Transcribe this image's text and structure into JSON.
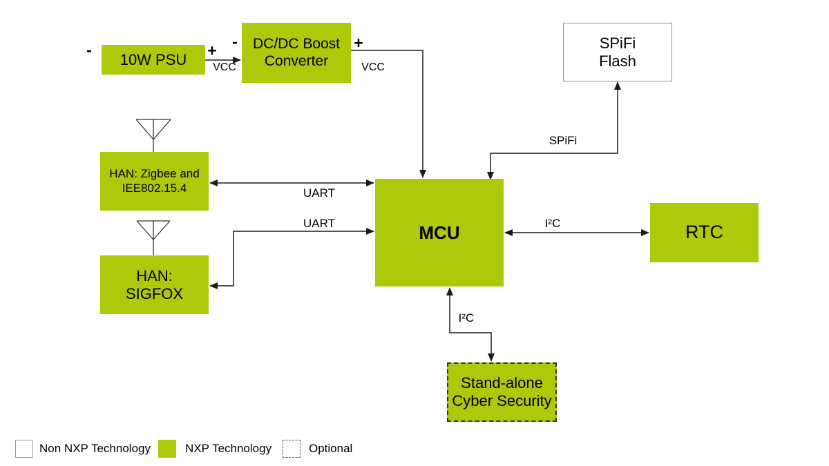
{
  "colors": {
    "nxp_green": "#AEC90A",
    "line": "#1a1a1a",
    "non_nxp_border": "#8c8c8c"
  },
  "blocks": {
    "psu": {
      "label": "10W PSU"
    },
    "dcdc": {
      "label": "DC/DC Boost\nConverter"
    },
    "spifi_flash": {
      "label": "SPiFi\nFlash"
    },
    "han_zigbee": {
      "label": "HAN: Zigbee and\nIEE802.15.4"
    },
    "han_sigfox": {
      "label": "HAN:\nSIGFOX"
    },
    "mcu": {
      "label": "MCU"
    },
    "rtc": {
      "label": "RTC"
    },
    "cyber": {
      "label": "Stand-alone\nCyber Security"
    }
  },
  "wire_labels": {
    "psu_minus": "-",
    "psu_plus": "+",
    "psu_vcc": "VCC",
    "dcdc_minus": "-",
    "dcdc_plus": "+",
    "dcdc_vcc": "VCC",
    "uart_zigbee": "UART",
    "uart_sigfox": "UART",
    "spifi": "SPiFi",
    "i2c_rtc": "I²C",
    "i2c_cyber": "I²C"
  },
  "legend": {
    "non_nxp": "Non NXP Technology",
    "nxp": "NXP Technology",
    "optional": "Optional"
  }
}
